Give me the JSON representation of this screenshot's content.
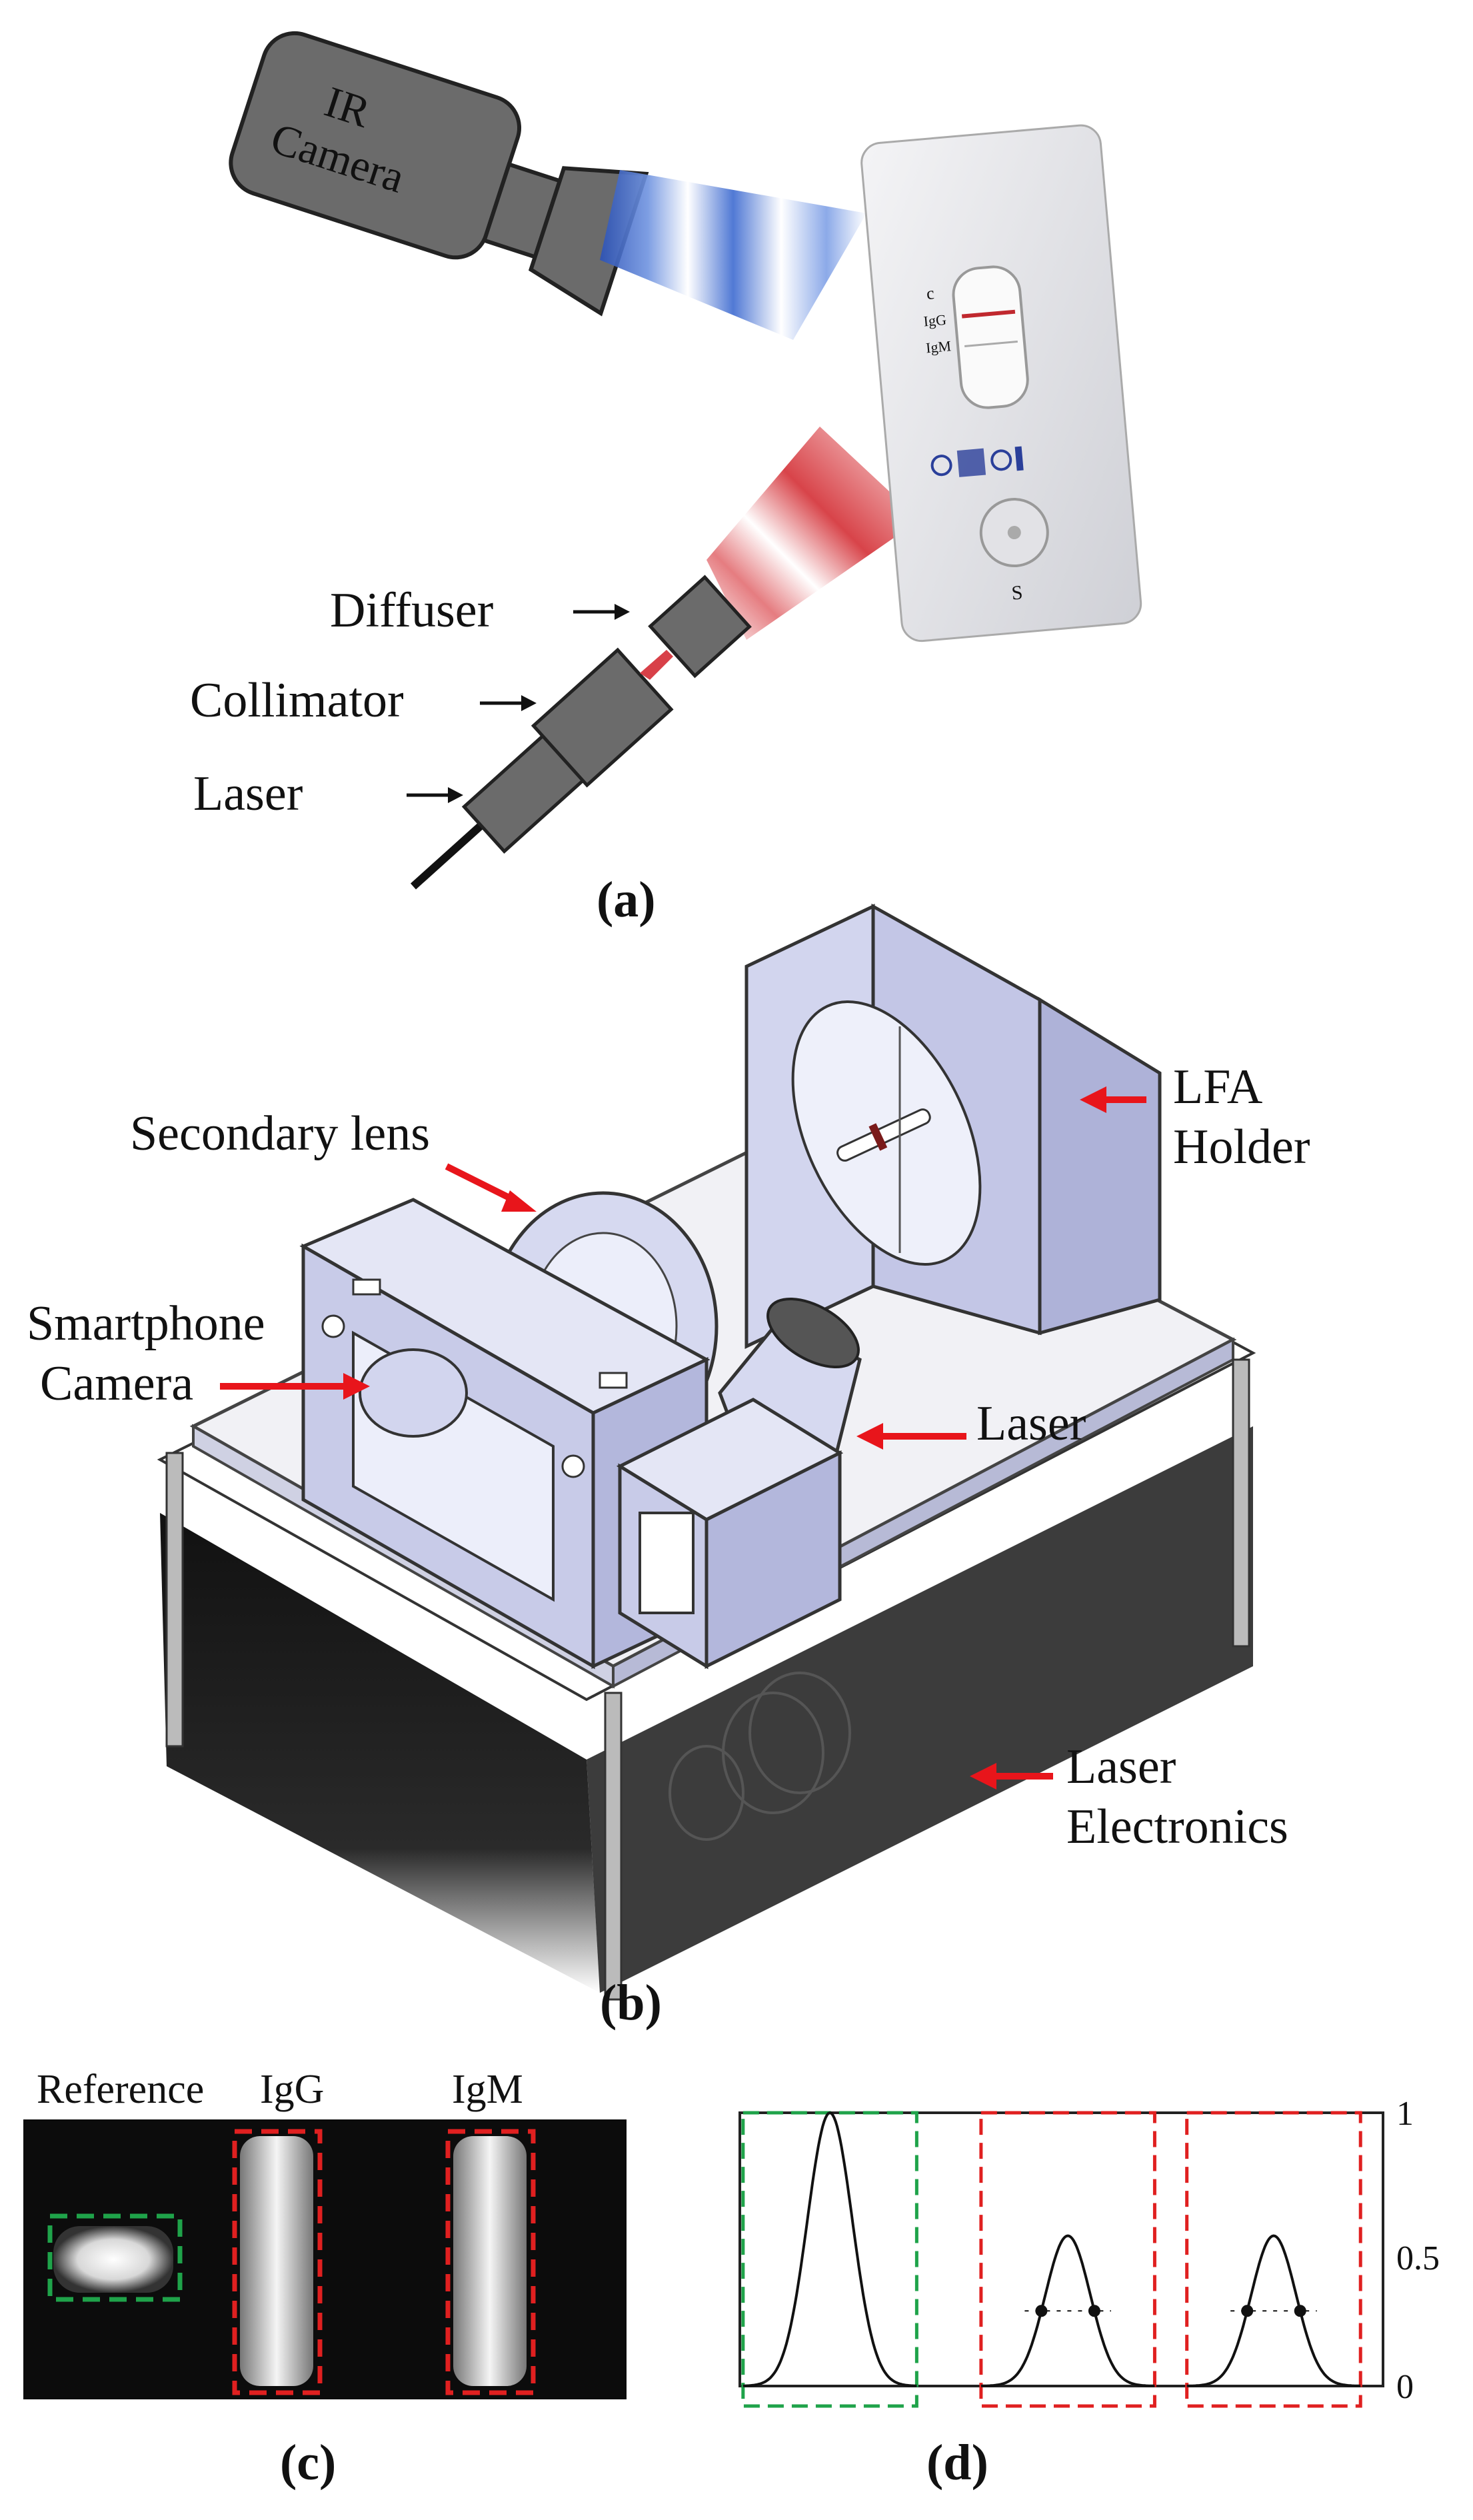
{
  "panel_a": {
    "panel_label": "(a)",
    "camera_label_line1": "IR",
    "camera_label_line2": "Camera",
    "diffuser_label": "Diffuser",
    "collimator_label": "Collimator",
    "laser_label": "Laser",
    "strip_text_c": "c",
    "strip_text_igg": "IgG",
    "strip_text_igm": "IgM",
    "strip_text_s": "S"
  },
  "panel_b": {
    "panel_label": "(b)",
    "secondary_lens_label": "Secondary lens",
    "smartphone_label_line1": "Smartphone",
    "smartphone_label_line2": "Camera",
    "lfa_label_line1": "LFA",
    "lfa_label_line2": "Holder",
    "laser_label": "Laser",
    "laser_electronics_line1": "Laser",
    "laser_electronics_line2": "Electronics"
  },
  "panel_c": {
    "panel_label": "(c)",
    "labels": [
      "Reference",
      "IgG",
      "IgM"
    ]
  },
  "panel_d": {
    "panel_label": "(d)",
    "yticks": [
      "1",
      "0.5",
      "0"
    ]
  },
  "chart_data": {
    "type": "line",
    "title": "",
    "xlabel": "",
    "ylabel": "",
    "ylim": [
      0,
      1
    ],
    "yticks": [
      0,
      0.5,
      1
    ],
    "grid": false,
    "series": [
      {
        "peak_center_fraction": 0.14,
        "peak_height": 1.0,
        "box_color": "#1fa34a"
      },
      {
        "peak_center_fraction": 0.51,
        "peak_height": 0.55,
        "box_color": "#e02020"
      },
      {
        "peak_center_fraction": 0.83,
        "peak_height": 0.55,
        "box_color": "#e02020"
      }
    ]
  },
  "colors": {
    "arrow_red": "#e8151b",
    "device_blue": "#c8cbe8",
    "green_box": "#1fa34a",
    "red_box": "#e02020"
  }
}
